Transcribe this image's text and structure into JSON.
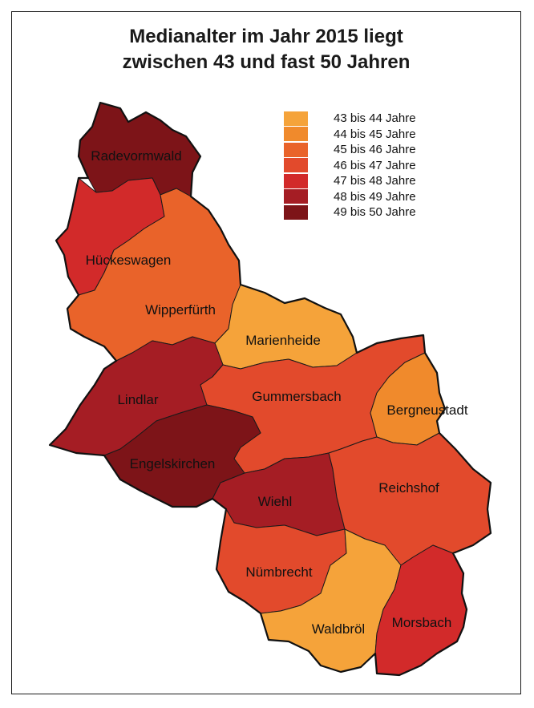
{
  "title": {
    "line1": "Medianalter im Jahr 2015 liegt",
    "line2": "zwischen 43 und fast 50 Jahren"
  },
  "legend": [
    {
      "label": "43 bis 44 Jahre",
      "color": "#f5a33a"
    },
    {
      "label": "44 bis 45 Jahre",
      "color": "#f08a2c"
    },
    {
      "label": "45 bis 46 Jahre",
      "color": "#e9632a"
    },
    {
      "label": "46 bis 47 Jahre",
      "color": "#e24a2c"
    },
    {
      "label": "47 bis 48 Jahre",
      "color": "#d22a2a"
    },
    {
      "label": "48 bis 49 Jahre",
      "color": "#a51d24"
    },
    {
      "label": "49 bis 50 Jahre",
      "color": "#7d1418"
    }
  ],
  "regions": [
    {
      "id": "radevormwald",
      "label": "Radevormwald",
      "class": "49 bis 50 Jahre",
      "color": "#7d1418"
    },
    {
      "id": "hueckeswagen",
      "label": "Hückeswagen",
      "class": "47 bis 48 Jahre",
      "color": "#d22a2a"
    },
    {
      "id": "wipperfuerth",
      "label": "Wipperfürth",
      "class": "45 bis 46 Jahre",
      "color": "#e9632a"
    },
    {
      "id": "marienheide",
      "label": "Marienheide",
      "class": "43 bis 44 Jahre",
      "color": "#f5a33a"
    },
    {
      "id": "lindlar",
      "label": "Lindlar",
      "class": "48 bis 49 Jahre",
      "color": "#a51d24"
    },
    {
      "id": "gummersbach",
      "label": "Gummersbach",
      "class": "46 bis 47 Jahre",
      "color": "#e24a2c"
    },
    {
      "id": "bergneustadt",
      "label": "Bergneustadt",
      "class": "44 bis 45 Jahre",
      "color": "#f08a2c"
    },
    {
      "id": "engelskirchen",
      "label": "Engelskirchen",
      "class": "49 bis 50 Jahre",
      "color": "#7d1418"
    },
    {
      "id": "wiehl",
      "label": "Wiehl",
      "class": "48 bis 49 Jahre",
      "color": "#a51d24"
    },
    {
      "id": "reichshof",
      "label": "Reichshof",
      "class": "46 bis 47 Jahre",
      "color": "#e24a2c"
    },
    {
      "id": "nuembrecht",
      "label": "Nümbrecht",
      "class": "46 bis 47 Jahre",
      "color": "#e24a2c"
    },
    {
      "id": "waldbroel",
      "label": "Waldbröl",
      "class": "43 bis 44 Jahre",
      "color": "#f5a33a"
    },
    {
      "id": "morsbach",
      "label": "Morsbach",
      "class": "47 bis 48 Jahre",
      "color": "#d22a2a"
    }
  ]
}
